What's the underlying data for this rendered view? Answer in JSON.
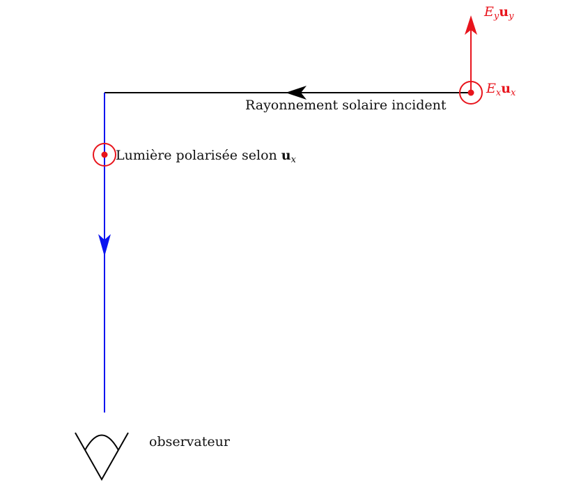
{
  "colors": {
    "incident": "#000000",
    "polarized": "#0a14f0",
    "field": "#e8141c",
    "text": "#111111"
  },
  "labels": {
    "incident": "Rayonnement solaire incident",
    "polarized_prefix": "Lumière polarisée selon ",
    "polarized_vector": "u",
    "polarized_sub": "x",
    "observer": "observateur",
    "ey_symbol": "E",
    "ey_sub": "y",
    "ey_vector": "u",
    "ey_vector_sub": "y",
    "ex_symbol": "E",
    "ex_sub": "x",
    "ex_vector": "u",
    "ex_vector_sub": "x"
  }
}
